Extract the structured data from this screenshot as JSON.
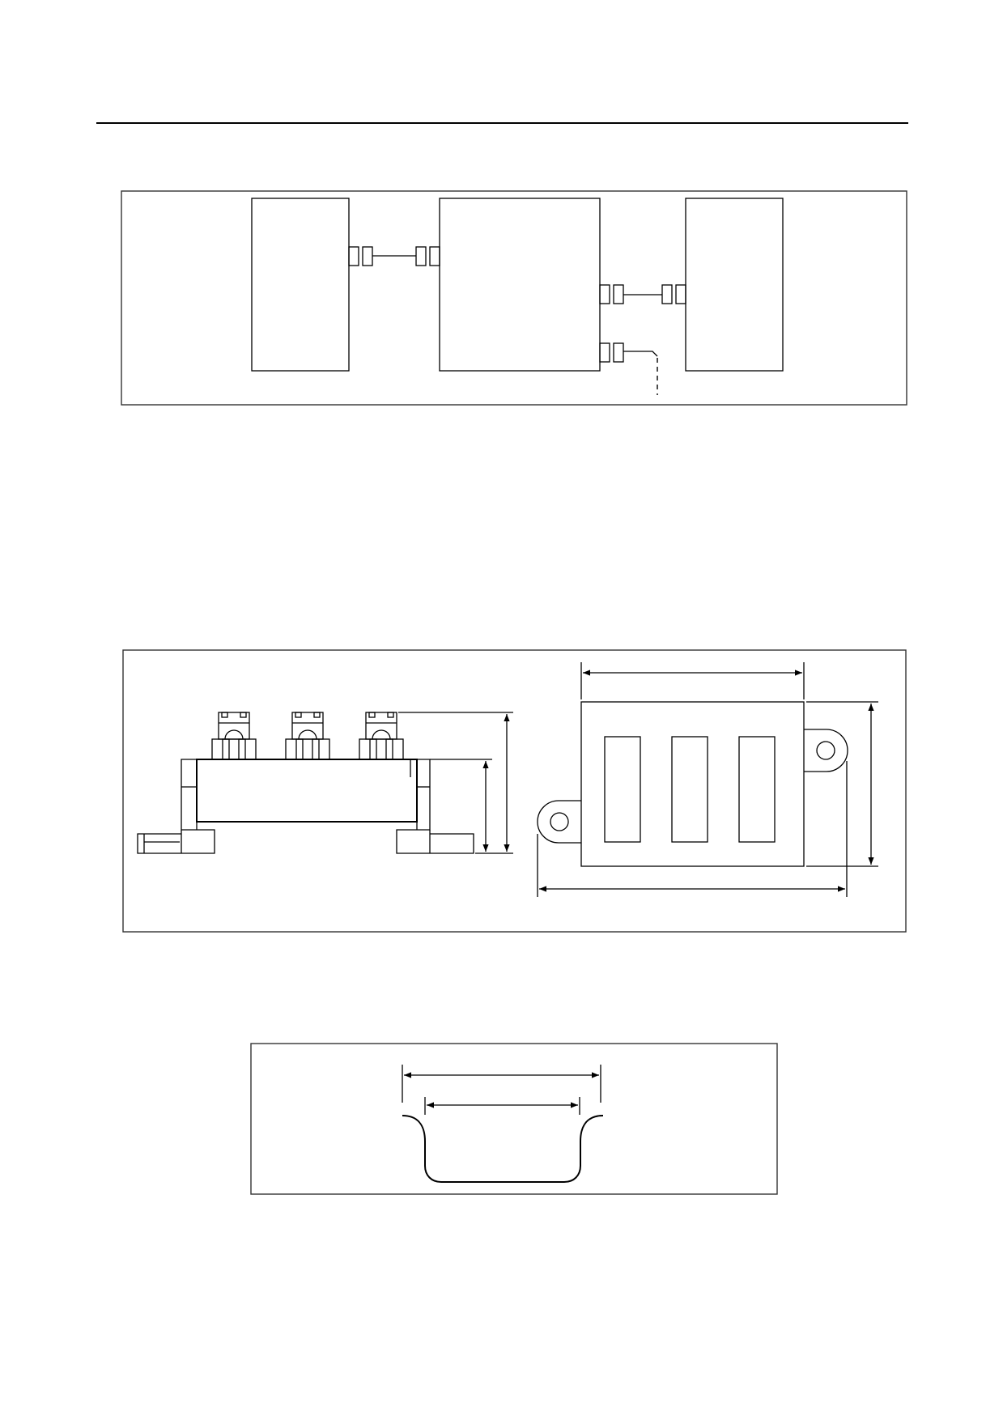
{
  "document": {
    "header_rule": true,
    "figures": [
      {
        "id": "fig-1",
        "kind": "block-connection-diagram",
        "blocks": 3,
        "connectors": 4
      },
      {
        "id": "fig-2",
        "kind": "dimension-drawing-side-and-top-view",
        "terminals": 3,
        "mounting-ears": 2
      },
      {
        "id": "fig-3",
        "kind": "dimension-drawing-cross-section"
      }
    ]
  },
  "colors": {
    "line": "#000000",
    "frame": "#333333",
    "background": "#ffffff"
  }
}
